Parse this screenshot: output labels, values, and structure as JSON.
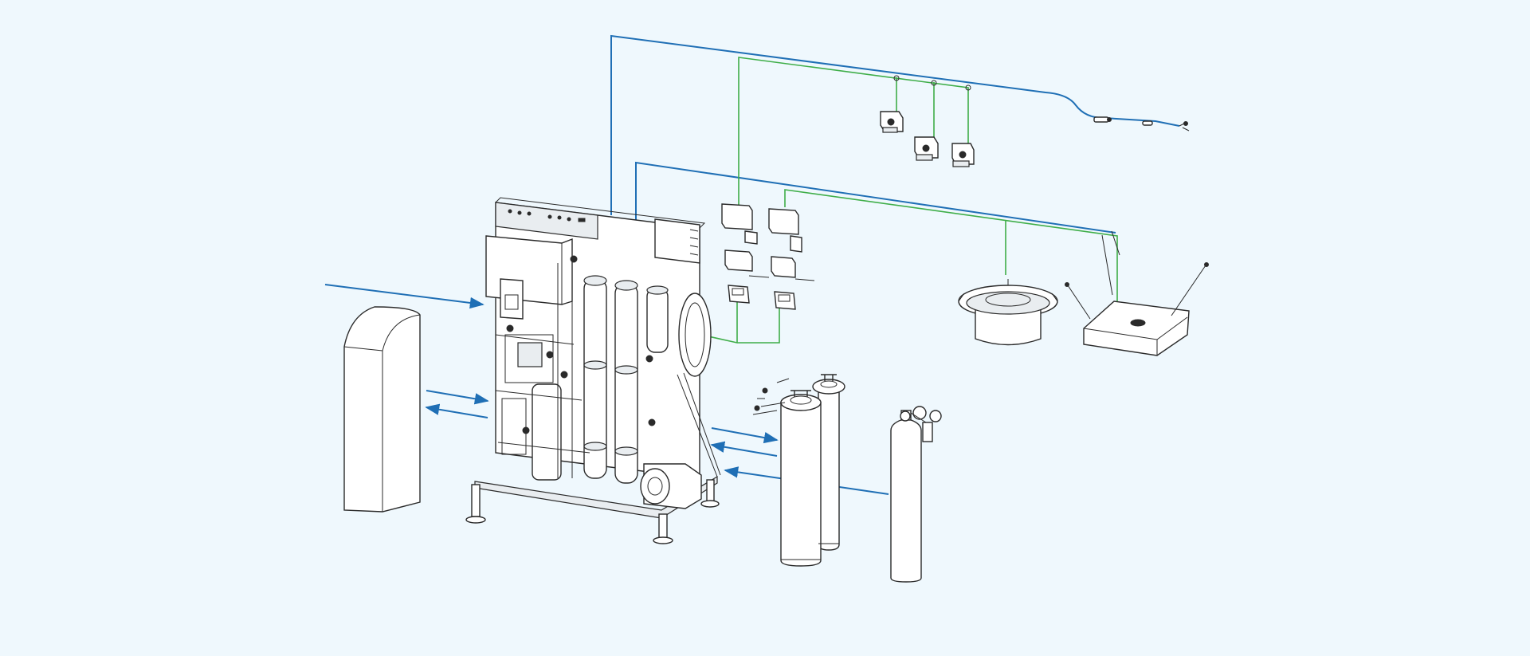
{
  "diagram": {
    "labels": [],
    "colors": {
      "background": "#eff8fd",
      "water_line": "#1f6fb5",
      "signal_line": "#3fae49",
      "outline": "#2a2a2a"
    },
    "components": [
      "softener-cabinet",
      "treatment-skid",
      "co2-cylinders",
      "gas-cylinder-with-regulator",
      "dosing-pumps",
      "controller-modules",
      "round-wall-fixture",
      "square-ceiling-fixture",
      "spray-nozzle-assembly"
    ]
  }
}
